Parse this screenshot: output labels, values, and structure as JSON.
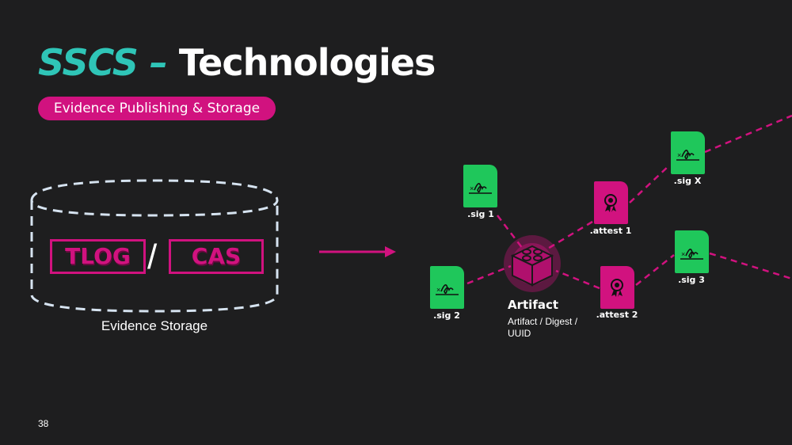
{
  "title": {
    "part1": "SSCS",
    "dash": " – ",
    "part2": "Technologies"
  },
  "section_pill": "Evidence Publishing & Storage",
  "storage": {
    "tlog": "TLOG",
    "slash": "/",
    "cas": "CAS",
    "label": "Evidence Storage"
  },
  "artifact": {
    "title": "Artifact",
    "subtitle": "Artifact / Digest / UUID"
  },
  "nodes": {
    "sig1": ".sig 1",
    "sig2": ".sig 2",
    "sig3": ".sig 3",
    "sigx": ".sig X",
    "attest1": ".attest 1",
    "attest2": ".attest 2"
  },
  "page_number": "38",
  "colors": {
    "teal": "#2fc5b7",
    "magenta": "#d1127f",
    "green": "#1fc75b",
    "background": "#1e1e1f"
  }
}
